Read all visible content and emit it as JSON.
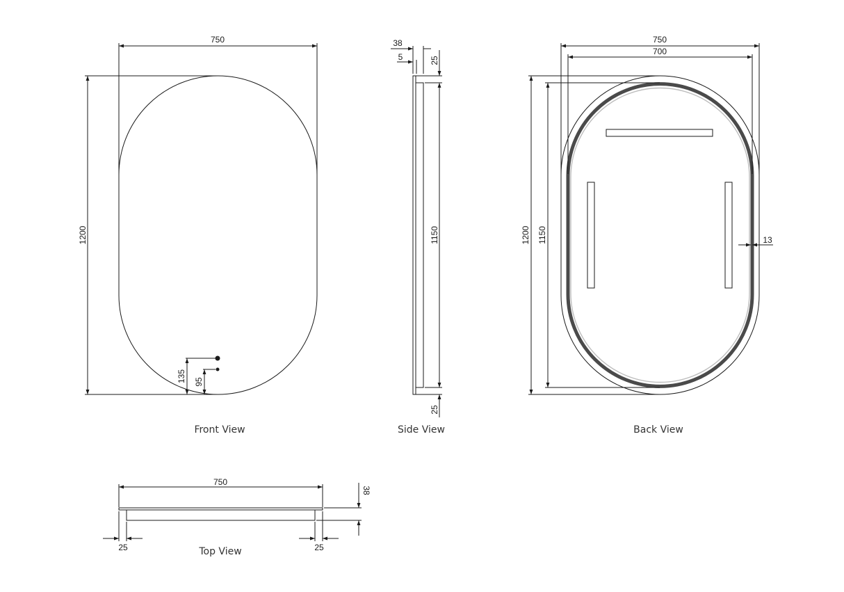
{
  "views": {
    "front": {
      "caption": "Front View",
      "width_label": "750",
      "height_label": "1200",
      "sensor_upper_label": "135",
      "sensor_lower_label": "95"
    },
    "side": {
      "caption": "Side View",
      "depth_label": "38",
      "glass_label": "5",
      "top_offset_label": "25",
      "body_height_label": "1150",
      "bottom_offset_label": "25"
    },
    "back": {
      "caption": "Back View",
      "outer_width_label": "750",
      "inner_width_label": "700",
      "outer_height_label": "1200",
      "inner_height_label": "1150",
      "rim_label": "13"
    },
    "top": {
      "caption": "Top View",
      "width_label": "750",
      "depth_label": "38",
      "left_inset_label": "25",
      "right_inset_label": "25"
    }
  },
  "colors": {
    "line": "#1a1a1a",
    "frame": "#4a4a4a",
    "caption": "#333333",
    "background": "#ffffff"
  }
}
